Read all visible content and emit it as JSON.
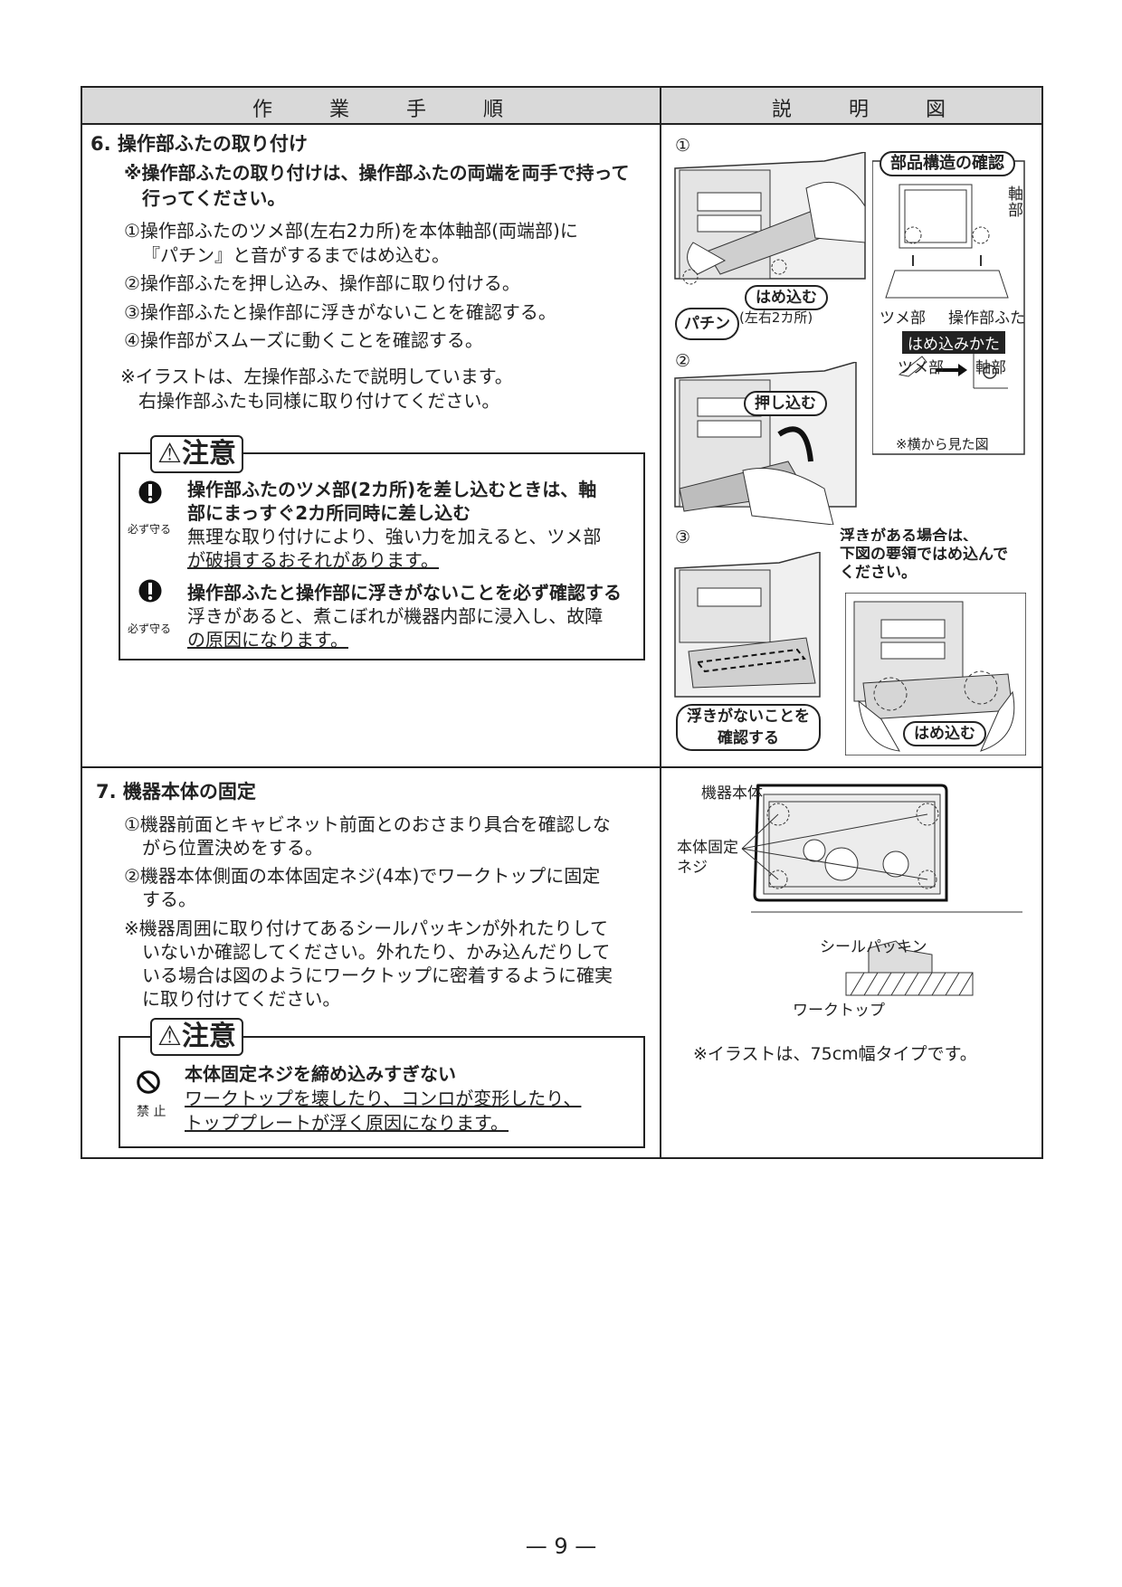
{
  "header": {
    "left": "作 業 手 順",
    "right": "説 明 図"
  },
  "step6": {
    "title": "6. 操作部ふたの取り付け",
    "note_line1": "※操作部ふたの取り付けは、操作部ふたの両端を両手で持って",
    "note_line2": "行ってください。",
    "s1_line1": "①操作部ふたのツメ部(左右2カ所)を本体軸部(両端部)に",
    "s1_line2": "『パチン』と音がするまではめ込む。",
    "s2": "②操作部ふたを押し込み、操作部に取り付ける。",
    "s3": "③操作部ふたと操作部に浮きがないことを確認する。",
    "s4": "④操作部がスムーズに動くことを確認する。",
    "illus_line1": "※イラストは、左操作部ふたで説明しています。",
    "illus_line2": "右操作部ふたも同様に取り付けてください。",
    "caution_title": "⚠注意",
    "c1_bold1": "操作部ふたのツメ部(2カ所)を差し込むときは、軸",
    "c1_bold2": "部にまっすぐ2カ所同時に差し込む",
    "c1_text1": "無理な取り付けにより、強い力を加えると、ツメ部",
    "c1_text2": "が破損するおそれがあります。",
    "c1_mark": "必ず守る",
    "c2_bold": "操作部ふたと操作部に浮きがないことを必ず確認する",
    "c2_text1": "浮きがあると、煮こぼれが機器内部に浸入し、故障",
    "c2_text2": "の原因になります。",
    "c2_mark": "必ず守る"
  },
  "step7": {
    "title": "7. 機器本体の固定",
    "s1_line1": "①機器前面とキャビネット前面とのおさまり具合を確認しな",
    "s1_line2": "がら位置決めをする。",
    "s2_line1": "②機器本体側面の本体固定ネジ(4本)でワークトップに固定",
    "s2_line2": "する。",
    "n_line1": "※機器周囲に取り付けてあるシールパッキンが外れたりして",
    "n_line2": "いないか確認してください。外れたり、かみ込んだりして",
    "n_line3": "いる場合は図のようにワークトップに密着するように確実",
    "n_line4": "に取り付けてください。",
    "caution_title": "⚠注意",
    "c_bold": "本体固定ネジを締め込みすぎない",
    "c_text1": "ワークトップを壊したり、コンロが変形したり、",
    "c_text2": "トッププレートが浮く原因になります。",
    "c_mark": "禁 止"
  },
  "figs": {
    "n1": "①",
    "n2": "②",
    "n3": "③",
    "hamekomu": "はめ込む",
    "sayu": "(左右2カ所)",
    "pachin": "パチン",
    "buhin": "部品構造の確認",
    "jiku_v1": "軸",
    "jiku_v2": "部",
    "tsume": "ツメ部",
    "sousafuta": "操作部ふた",
    "hamekomikata": "はめ込みかた",
    "tsume2": "ツメ部",
    "jiku2": "軸部",
    "yoko": "※横から見た図",
    "oshikomu": "押し込む",
    "uki1": "浮きがある場合は、",
    "uki2": "下図の要領ではめ込んで",
    "uki3": "ください。",
    "kakunin1": "浮きがないことを",
    "kakunin2": "確認する",
    "hamekomu2": "はめ込む",
    "kiki": "機器本体",
    "kotei1": "本体固定",
    "kotei2": "ネジ",
    "seal": "シールパッキン",
    "worktop": "ワークトップ",
    "note75": "※イラストは、75cm幅タイプです。"
  },
  "page_number": "— 9 —"
}
